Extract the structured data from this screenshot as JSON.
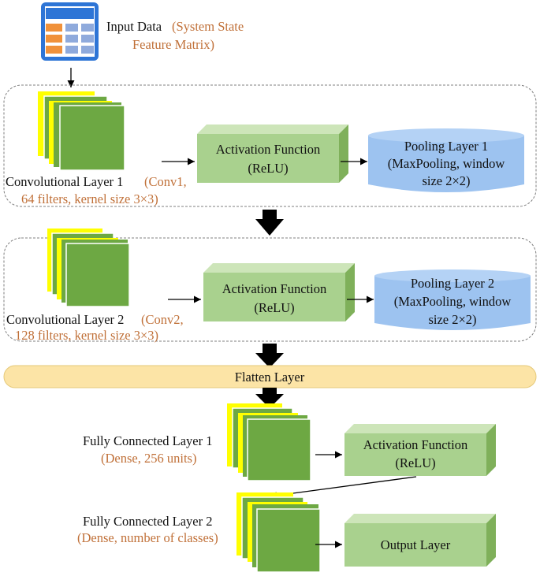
{
  "input": {
    "label": "Input Data",
    "detail_line1": "(System State",
    "detail_line2": "Feature Matrix)",
    "icon": "table-icon"
  },
  "block1": {
    "conv_label": "Convolutional Layer 1",
    "conv_detail_line1": "(Conv1,",
    "conv_detail_line2": "64 filters, kernel size 3×3)",
    "activation_line1": "Activation Function",
    "activation_line2": "(ReLU)",
    "pool_line1": "Pooling Layer 1",
    "pool_line2": "(MaxPooling, window",
    "pool_line3": "size 2×2)"
  },
  "block2": {
    "conv_label": "Convolutional Layer 2",
    "conv_detail_line1": "(Conv2,",
    "conv_detail_line2": "128 filters, kernel size 3×3)",
    "activation_line1": "Activation Function",
    "activation_line2": "(ReLU)",
    "pool_line1": "Pooling Layer 2",
    "pool_line2": "(MaxPooling, window",
    "pool_line3": "size 2×2)"
  },
  "flatten": {
    "label": "Flatten Layer"
  },
  "fc1": {
    "label": "Fully Connected Layer 1",
    "detail": "(Dense, 256 units)",
    "activation_line1": "Activation Function",
    "activation_line2": "(ReLU)"
  },
  "fc2": {
    "label": "Fully Connected Layer 2",
    "detail": "(Dense, number of classes)",
    "output_label": "Output Layer"
  },
  "colors": {
    "feature_map_front": "#6DA843",
    "feature_map_back": "#FFFF00",
    "box_face": "#A9D18E",
    "box_top": "#CDE5B9",
    "box_side": "#7FB05A",
    "pool_fill": "#9DC3F0",
    "flatten_fill": "#FCE4A6",
    "detail_text": "#C07038",
    "table_blue": "#2E75D6",
    "table_orange": "#F0913A"
  }
}
